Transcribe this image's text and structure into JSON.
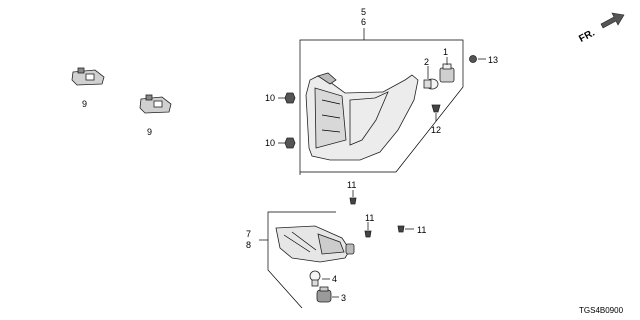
{
  "diagram": {
    "direction_label": "FR.",
    "diagram_code": "TGS4B0900",
    "callouts": {
      "c5": "5",
      "c6": "6",
      "c1": "1",
      "c2": "2",
      "c13": "13",
      "c12": "12",
      "c10a": "10",
      "c10b": "10",
      "c9a": "9",
      "c9b": "9",
      "c11a": "11",
      "c11b": "11",
      "c11c": "11",
      "c7": "7",
      "c8": "8",
      "c4": "4",
      "c3": "3"
    }
  }
}
